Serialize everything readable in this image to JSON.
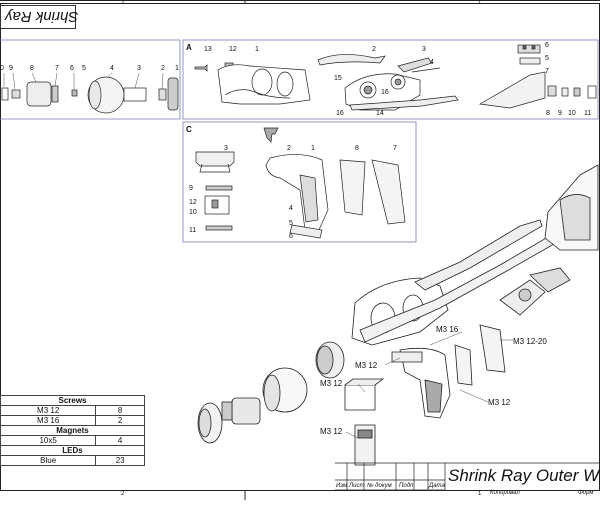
{
  "drawing_title": "Shrink Ray",
  "views": {
    "a": {
      "label": "A",
      "callouts": [
        "13",
        "12",
        "1",
        "2",
        "3",
        "4",
        "15",
        "16",
        "16",
        "14",
        "6",
        "5",
        "7",
        "8",
        "9",
        "10",
        "11"
      ]
    },
    "c": {
      "label": "C",
      "callouts": [
        "3",
        "2",
        "1",
        "8",
        "7",
        "9",
        "12",
        "10",
        "11",
        "4",
        "5",
        "6"
      ]
    },
    "left_partial": {
      "callouts": [
        "0",
        "9",
        "8",
        "7",
        "6",
        "5",
        "4",
        "3",
        "2",
        "1"
      ]
    }
  },
  "main_callouts": [
    "M3 16",
    "M3 12-20",
    "M3 12",
    "M3 12",
    "M3 12",
    "M3 12"
  ],
  "bom": {
    "screws_header": "Screws",
    "screws": [
      {
        "name": "M3 12",
        "qty": "8"
      },
      {
        "name": "M3 16",
        "qty": "2"
      }
    ],
    "magnets_header": "Magnets",
    "magnets": [
      {
        "name": "10x5",
        "qty": "4"
      }
    ],
    "leds_header": "LEDs",
    "leds": [
      {
        "name": "Blue",
        "qty": "23"
      }
    ]
  },
  "title_block": {
    "title": "Shrink Ray Outer Wo",
    "labels": [
      "Изм",
      "Лист",
      "№ докум",
      "Подп",
      "Дата"
    ],
    "copied": "Копировал",
    "format": "Форм"
  },
  "zone_numbers": [
    "2",
    "1",
    "2",
    "1"
  ]
}
